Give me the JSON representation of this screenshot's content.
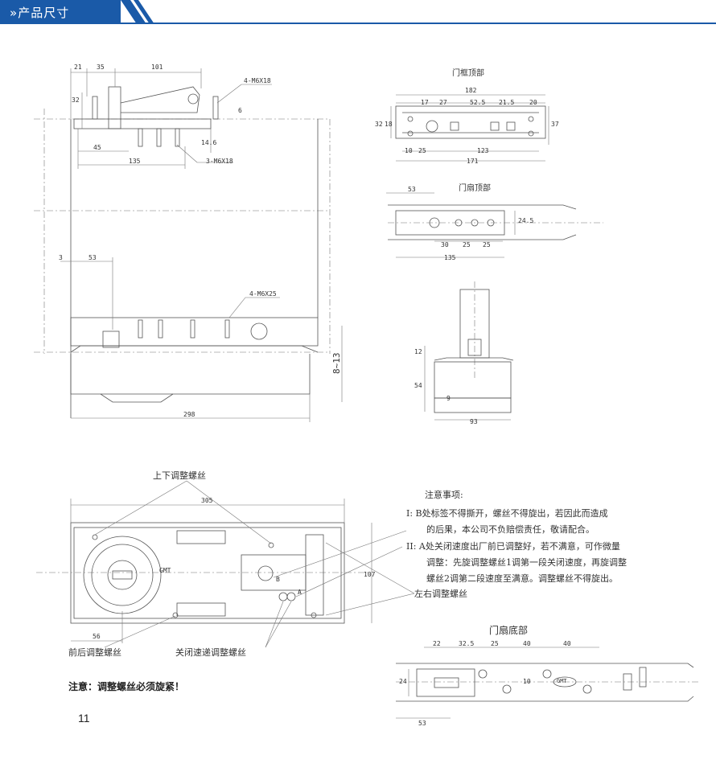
{
  "header": {
    "title": "产品尺寸"
  },
  "views": {
    "frame_top": "门框顶部",
    "leaf_top": "门扇顶部",
    "leaf_bottom": "门扇底部"
  },
  "callouts": {
    "up_down_screw": "上下调整螺丝",
    "left_right_screw": "左右调整螺丝",
    "front_back_screw": "前后调整螺丝",
    "close_speed_screw": "关闭速递调整螺丝"
  },
  "notes": {
    "title": "注意事项:",
    "item1_line1": "I: B处标签不得撕开，螺丝不得旋出，若因此而造成",
    "item1_line2": "的后果，本公司不负赔偿责任，敬请配合。",
    "item2_line1": "II: A处关闭速度出厂前已调整好，若不满意，可作微量",
    "item2_line2": "调整：先旋调整螺丝1调第一段关闭速度，再旋调整",
    "item2_line3": "螺丝2调第二段速度至满意。调整螺丝不得旋出。",
    "warning": "注意：调整螺丝必须旋紧！"
  },
  "dims": {
    "a21": "21",
    "a35": "35",
    "a101": "101",
    "a32": "32",
    "a6": "6",
    "a45": "45",
    "a135": "135",
    "a14_6": "14.6",
    "m6x18a": "4-M6X18",
    "m6x18b": "3-M6X18",
    "a3": "3",
    "a53": "53",
    "m6x25": "4-M6X25",
    "a8_13": "8~13",
    "a298": "298",
    "f182": "182",
    "f17": "17",
    "f27": "27",
    "f52_5": "52.5",
    "f21_5": "21.5",
    "f20": "20",
    "f32": "32",
    "f18": "18",
    "f37": "37",
    "f10": "10",
    "f25": "25",
    "f123": "123",
    "f171": "171",
    "l53": "53",
    "l24_5": "24.5",
    "l30": "30",
    "l25a": "25",
    "l25b": "25",
    "l135": "135",
    "s12": "12",
    "s54": "54",
    "s9": "9",
    "s93": "93",
    "p305": "305",
    "p107": "107",
    "p56": "56",
    "pB": "B",
    "pA": "A",
    "pGMT": "GMT",
    "b22": "22",
    "b32_5": "32.5",
    "b25": "25",
    "b40a": "40",
    "b40b": "40",
    "b24": "24",
    "b10": "10",
    "b53": "53",
    "bGMT": "GMT"
  },
  "page_number": "11"
}
